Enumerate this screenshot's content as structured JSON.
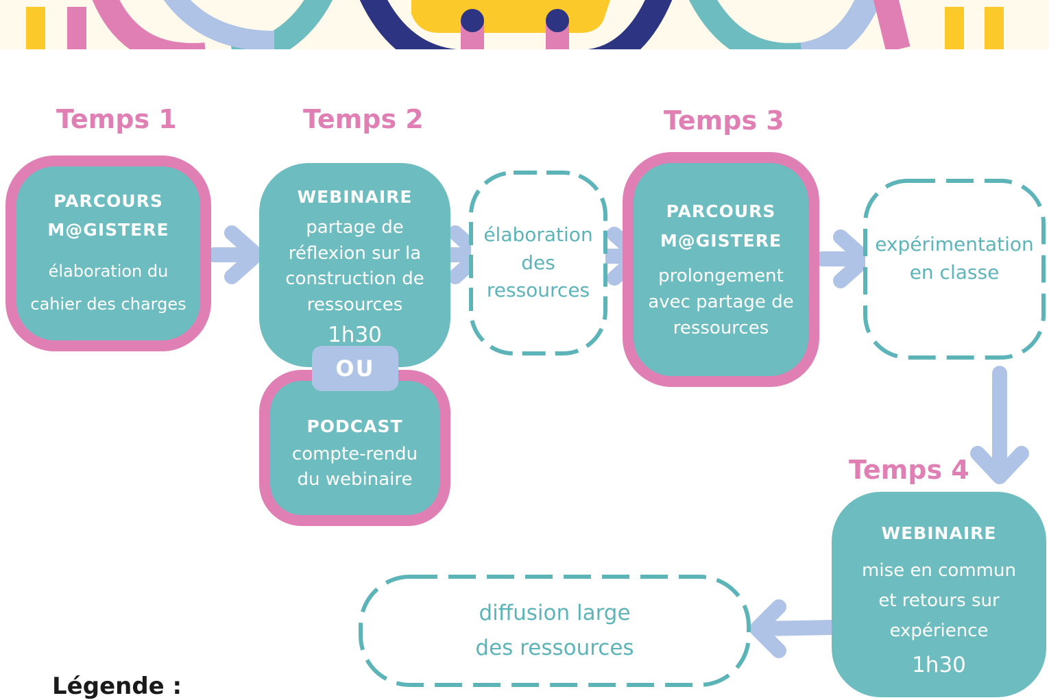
{
  "banner": {
    "colors": [
      "#e07fb3",
      "#fcc92b",
      "#aec3e6",
      "#6dbcbf",
      "#2d3582"
    ]
  },
  "temps": {
    "t1": "Temps 1",
    "t2": "Temps 2",
    "t3": "Temps 3",
    "t4": "Temps 4"
  },
  "nodes": {
    "parcours1": {
      "title_l1": "PARCOURS",
      "title_l2": "M@GISTERE",
      "line1": "élaboration du",
      "line2": "cahier des charges"
    },
    "webinaire1": {
      "title": "WEBINAIRE",
      "line1": "partage de",
      "line2": "réflexion sur la",
      "line3": "construction de",
      "line4": "ressources",
      "duration": "1h30"
    },
    "ou": "OU",
    "podcast": {
      "title": "PODCAST",
      "line1": "compte-rendu",
      "line2": "du webinaire"
    },
    "elaboration": {
      "line1": "élaboration",
      "line2": "des",
      "line3": "ressources"
    },
    "parcours2": {
      "title_l1": "PARCOURS",
      "title_l2": "M@GISTERE",
      "line1": "prolongement",
      "line2": "avec partage de",
      "line3": "ressources"
    },
    "experimentation": {
      "line1": "expérimentation",
      "line2": "en classe"
    },
    "webinaire2": {
      "title": "WEBINAIRE",
      "line1": "mise en commun",
      "line2": "et retours sur",
      "line3": "expérience",
      "duration": "1h30"
    },
    "diffusion": {
      "line1": "diffusion large",
      "line2": "des ressources"
    }
  },
  "legend": {
    "title": "Légende :"
  },
  "colors": {
    "teal": "#6dbcbf",
    "pink": "#e07fb3",
    "lavender": "#aec3e6",
    "dashed_teal": "#5db4b8"
  }
}
